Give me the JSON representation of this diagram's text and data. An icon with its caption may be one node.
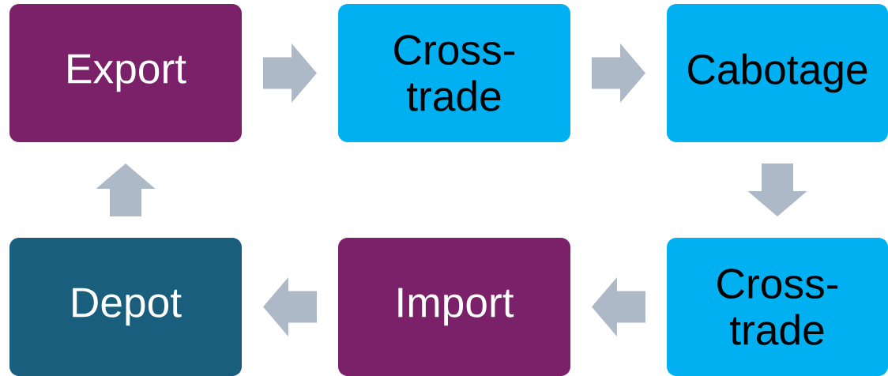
{
  "diagram": {
    "nodes": [
      {
        "text": [
          "Export"
        ]
      },
      {
        "text": [
          "Cross-trade"
        ]
      },
      {
        "text": [
          "Cabotage"
        ]
      },
      {
        "text": [
          "Cross-trade"
        ]
      },
      {
        "text": [
          "Import"
        ]
      },
      {
        "text": [
          "Depot"
        ]
      }
    ],
    "edges": [
      {
        "from": 0,
        "to": 1,
        "arrow": "to"
      },
      {
        "from": 1,
        "to": 2,
        "arrow": "to"
      },
      {
        "from": 2,
        "to": 3,
        "arrow": "to"
      },
      {
        "from": 3,
        "to": 4,
        "arrow": "to"
      },
      {
        "from": 4,
        "to": 5,
        "arrow": "to"
      },
      {
        "from": 5,
        "to": 0,
        "arrow": "to"
      }
    ]
  }
}
